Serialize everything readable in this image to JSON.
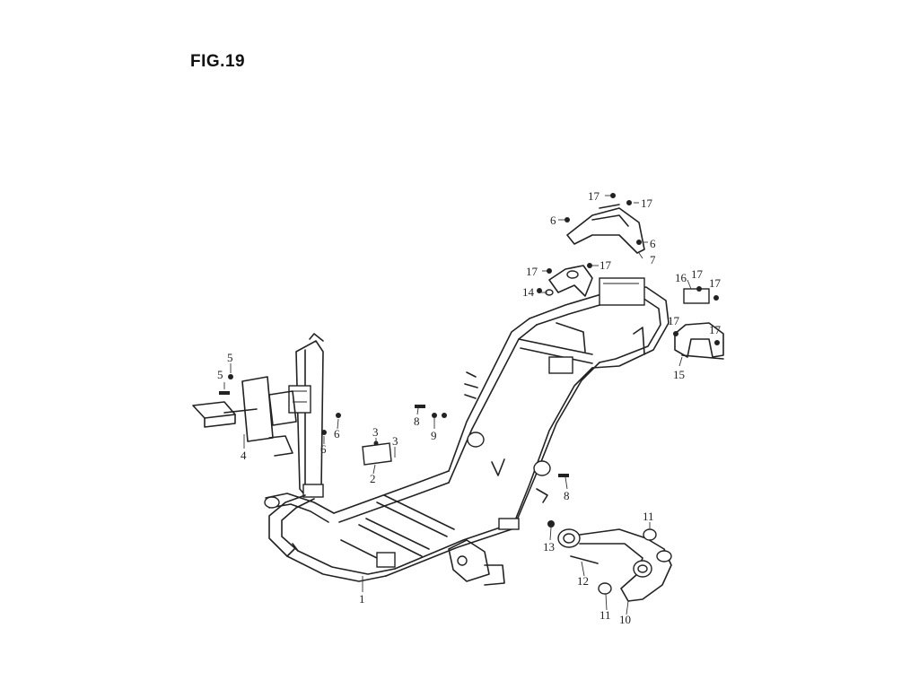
{
  "figure": {
    "title": "FIG.19"
  },
  "callouts": [
    {
      "id": "c1",
      "label": "1"
    },
    {
      "id": "c2",
      "label": "2"
    },
    {
      "id": "c3a",
      "label": "3"
    },
    {
      "id": "c3b",
      "label": "3"
    },
    {
      "id": "c4",
      "label": "4"
    },
    {
      "id": "c5a",
      "label": "5"
    },
    {
      "id": "c5b",
      "label": "5"
    },
    {
      "id": "c6a",
      "label": "6"
    },
    {
      "id": "c6b",
      "label": "6"
    },
    {
      "id": "c6c",
      "label": "6"
    },
    {
      "id": "c6d",
      "label": "6"
    },
    {
      "id": "c7",
      "label": "7"
    },
    {
      "id": "c8a",
      "label": "8"
    },
    {
      "id": "c8b",
      "label": "8"
    },
    {
      "id": "c9",
      "label": "9"
    },
    {
      "id": "c10",
      "label": "10"
    },
    {
      "id": "c11a",
      "label": "11"
    },
    {
      "id": "c11b",
      "label": "11"
    },
    {
      "id": "c12",
      "label": "12"
    },
    {
      "id": "c13",
      "label": "13"
    },
    {
      "id": "c14",
      "label": "14"
    },
    {
      "id": "c15",
      "label": "15"
    },
    {
      "id": "c16",
      "label": "16"
    },
    {
      "id": "c17a",
      "label": "17"
    },
    {
      "id": "c17b",
      "label": "17"
    },
    {
      "id": "c17c",
      "label": "17"
    },
    {
      "id": "c17d",
      "label": "17"
    },
    {
      "id": "c17e",
      "label": "17"
    },
    {
      "id": "c17f",
      "label": "17"
    },
    {
      "id": "c17g",
      "label": "17"
    },
    {
      "id": "c17h",
      "label": "17"
    }
  ]
}
